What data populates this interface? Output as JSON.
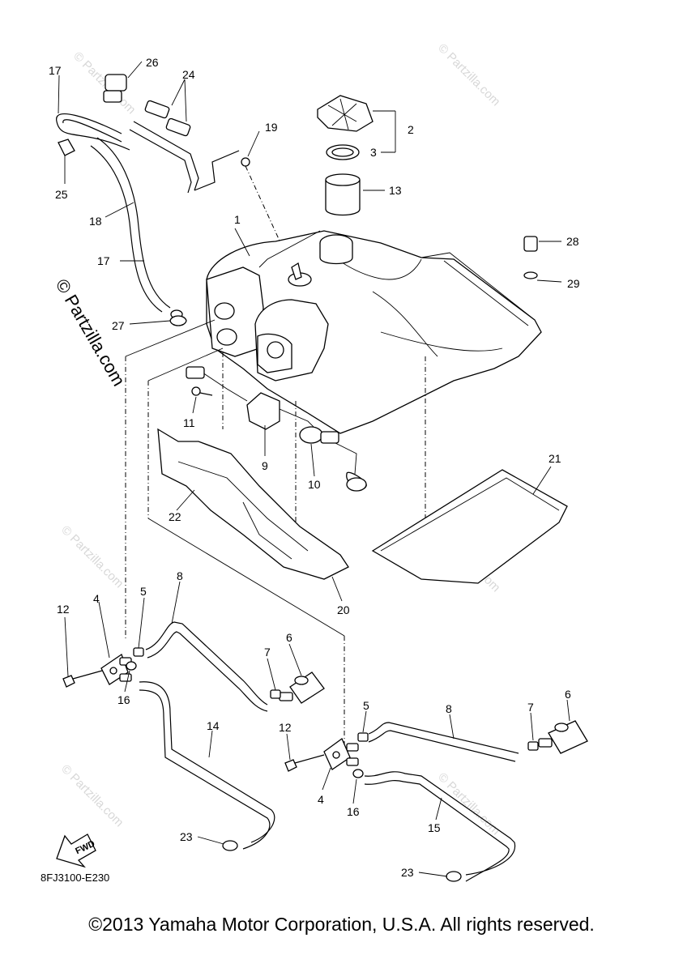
{
  "diagram": {
    "labels": [
      "1",
      "2",
      "3",
      "4",
      "5",
      "6",
      "7",
      "8",
      "9",
      "10",
      "11",
      "12",
      "13",
      "14",
      "15",
      "16",
      "17",
      "18",
      "19",
      "20",
      "21",
      "22",
      "23",
      "24",
      "25",
      "26",
      "27",
      "28",
      "29"
    ],
    "side_labels": {
      "l4b": "4",
      "l5b": "5",
      "l6b": "6",
      "l7b": "7",
      "l8b": "8",
      "l12b": "12",
      "l16b": "16",
      "l17b": "17",
      "l23b": "23"
    },
    "drawing_code": "8FJ3100-E230",
    "fwd_label": "FWD",
    "watermark_small": "© Partzilla.com",
    "watermark_large": "© Partzilla.com"
  },
  "footer": {
    "copyright": "©2013 Yamaha Motor Corporation, U.S.A. All rights reserved."
  }
}
